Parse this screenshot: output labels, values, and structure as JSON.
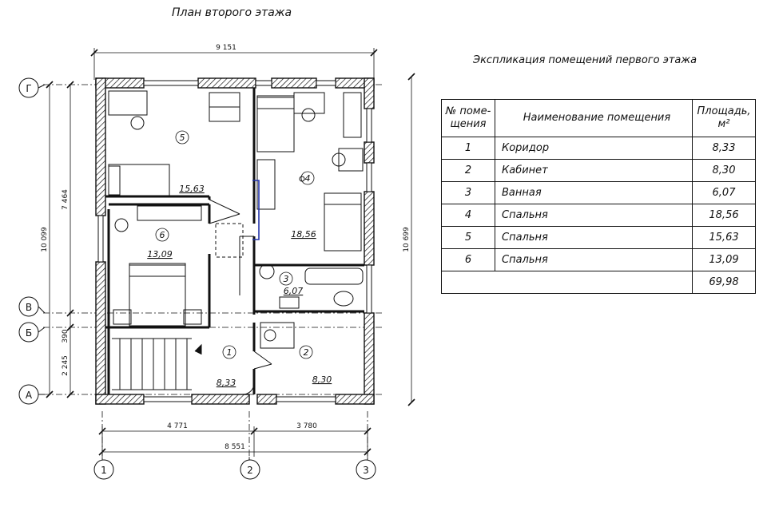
{
  "plan_title": "План второго этажа",
  "explication_title": "Экспликация помещений первого этажа",
  "table": {
    "headers": {
      "num": "№ поме-щения",
      "name": "Наименование помещения",
      "area": "Площадь, м²"
    },
    "rows": [
      {
        "num": "1",
        "name": "Коридор",
        "area": "8,33"
      },
      {
        "num": "2",
        "name": "Кабинет",
        "area": "8,30"
      },
      {
        "num": "3",
        "name": "Ванная",
        "area": "6,07"
      },
      {
        "num": "4",
        "name": "Спальня",
        "area": "18,56"
      },
      {
        "num": "5",
        "name": "Спальня",
        "area": "15,63"
      },
      {
        "num": "6",
        "name": "Спальня",
        "area": "13,09"
      }
    ],
    "total": "69,98"
  },
  "rooms": [
    {
      "id": "1",
      "area": "8,33"
    },
    {
      "id": "2",
      "area": "8,30"
    },
    {
      "id": "3",
      "area": "6,07"
    },
    {
      "id": "4",
      "area": "18,56"
    },
    {
      "id": "5",
      "area": "15,63"
    },
    {
      "id": "6",
      "area": "13,09"
    }
  ],
  "dimensions": {
    "top": "9 151",
    "bottom_left": "4 771",
    "bottom_right": "3 780",
    "bottom_total": "8 551",
    "left_total": "10 099",
    "left_upper": "7 464",
    "left_mid": "390",
    "left_lower": "2 245",
    "right_total": "10 699"
  },
  "axes_rows": [
    "Г",
    "В",
    "Б",
    "А"
  ],
  "axes_cols": [
    "1",
    "2",
    "3"
  ]
}
